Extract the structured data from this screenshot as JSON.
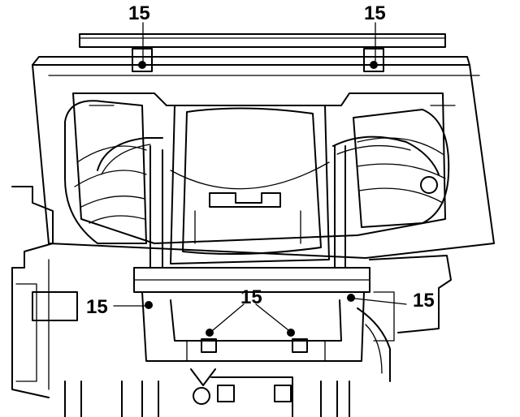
{
  "diagram": {
    "callouts": [
      {
        "id": "c1",
        "label": "15"
      },
      {
        "id": "c2",
        "label": "15"
      },
      {
        "id": "c3",
        "label": "15"
      },
      {
        "id": "c4",
        "label": "15"
      },
      {
        "id": "c5",
        "label": "15"
      }
    ]
  }
}
